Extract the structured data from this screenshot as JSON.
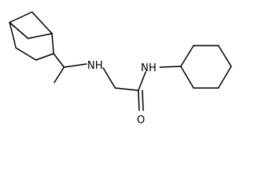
{
  "molecule": {
    "atoms": {
      "amine_n": "NH",
      "amide_n": "NH",
      "carbonyl_o": "O"
    },
    "colors": {
      "bond": "#000000",
      "label": "#000000",
      "background": "#ffffff"
    }
  }
}
